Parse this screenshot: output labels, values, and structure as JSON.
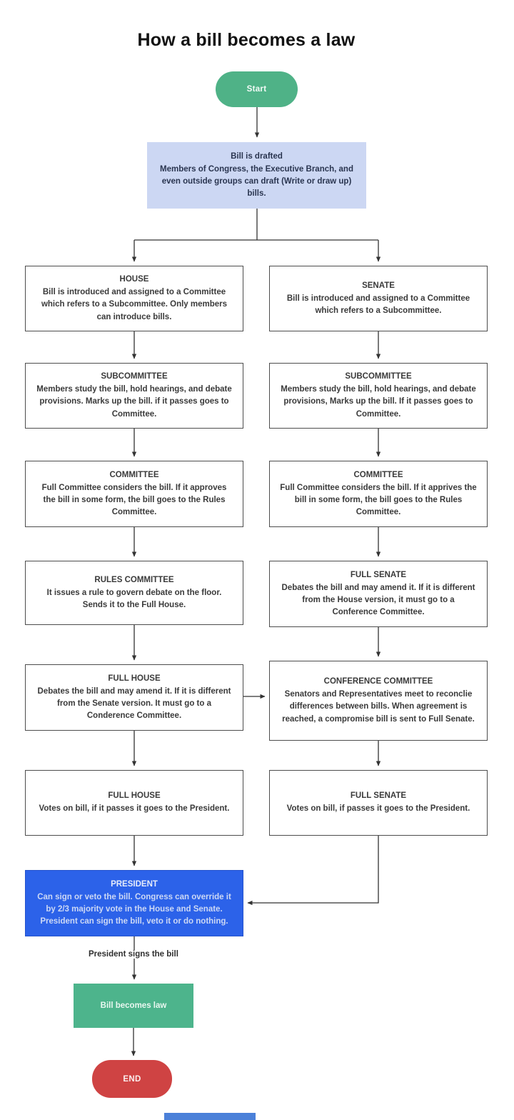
{
  "title": "How a bill becomes a law",
  "colors": {
    "start_fill": "#4fb287",
    "drafted_fill": "#ccd7f3",
    "process_border": "#4d4d4d",
    "president_fill": "#2c62e9",
    "law_fill": "#4db48c",
    "end_fill": "#cf4343",
    "arrow": "#333333"
  },
  "nodes": {
    "start": {
      "label": "Start"
    },
    "drafted": {
      "title": "Bill is drafted",
      "body": "Members of Congress, the Executive Branch, and even outside groups can draft (Write or draw up) bills."
    },
    "house": {
      "title": "HOUSE",
      "body": "Bill is introduced and assigned to a Committee which refers to a Subcommittee. Only members can introduce bills."
    },
    "senate": {
      "title": "SENATE",
      "body": "Bill is introduced and assigned to a Committee which refers to a Subcommittee."
    },
    "subcommittee_house": {
      "title": "SUBCOMMITTEE",
      "body": "Members study the bill, hold hearings, and debate provisions. Marks up the bill. if it passes goes to Committee."
    },
    "subcommittee_senate": {
      "title": "SUBCOMMITTEE",
      "body": "Members study the bill, hold hearings, and debate provisions, Marks up the bill. If it passes goes to Committee."
    },
    "committee_house": {
      "title": "COMMITTEE",
      "body": "Full Committee considers the bill. If it approves the bill in some form, the bill goes to the Rules Committee."
    },
    "committee_senate": {
      "title": "COMMITTEE",
      "body": "Full Committee considers the bill. If it apprives the bill in some form, the bill goes to the Rules Committee."
    },
    "rules_committee": {
      "title": "RULES COMMITTEE",
      "body": "It issues a rule to govern debate on the floor. Sends it to the Full House."
    },
    "full_senate_debates": {
      "title": "FULL SENATE",
      "body": "Debates the bill and may amend it. If it is different from the House version, it must go to a Conference Committee."
    },
    "full_house_debates": {
      "title": "FULL HOUSE",
      "body": "Debates the bill and may amend it. If it is different from the Senate version. It must go to a Conderence Committee."
    },
    "conference_committee": {
      "title": "CONFERENCE COMMITTEE",
      "body": "Senators and Representatives meet to reconclie differences between bills. When agreement is reached, a compromise bill is sent to Full Senate."
    },
    "full_house_votes": {
      "title": "FULL HOUSE",
      "body": "Votes on bill, if it passes it goes to the President."
    },
    "full_senate_votes": {
      "title": "FULL SENATE",
      "body": "Votes on bill, if passes it goes to the President."
    },
    "president": {
      "title": "PRESIDENT",
      "body": "Can sign or veto the bill. Congress can override it by 2/3 majority vote in the House and Senate. President can sign the bill, veto it or do nothing."
    },
    "bill_becomes_law": {
      "label": "Bill becomes law"
    },
    "end": {
      "label": "END"
    }
  },
  "edge_labels": {
    "president_signs": "President signs the bill"
  }
}
